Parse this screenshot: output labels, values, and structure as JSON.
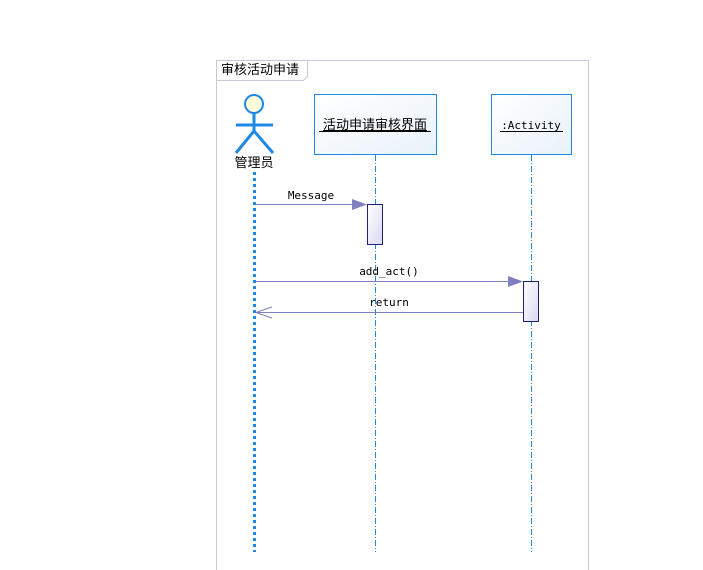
{
  "diagram": {
    "type": "sequence",
    "frame": {
      "title": "审核活动申请"
    },
    "actor": {
      "label": "管理员"
    },
    "lifelines": [
      {
        "id": "ui",
        "label": "活动申请审核界面"
      },
      {
        "id": "activity",
        "label": ":Activity"
      }
    ],
    "messages": [
      {
        "label": "Message",
        "from": "actor",
        "to": "ui",
        "kind": "sync"
      },
      {
        "label": "add_act()",
        "from": "actor",
        "to": "activity",
        "kind": "sync"
      },
      {
        "label": "return",
        "from": "activity",
        "to": "actor",
        "kind": "return"
      }
    ],
    "colors": {
      "frame_border": "#c8c8dc",
      "lifeline": "#1e88e5",
      "actor_stroke": "#1e88e5",
      "actor_head_fill": "#fdfbd8",
      "object_border": "#1e88e5",
      "object_fill": "#f2f8fc",
      "message_line": "#8080c0",
      "activation_border": "#202070",
      "activation_fill": "#e8e8f8"
    }
  }
}
